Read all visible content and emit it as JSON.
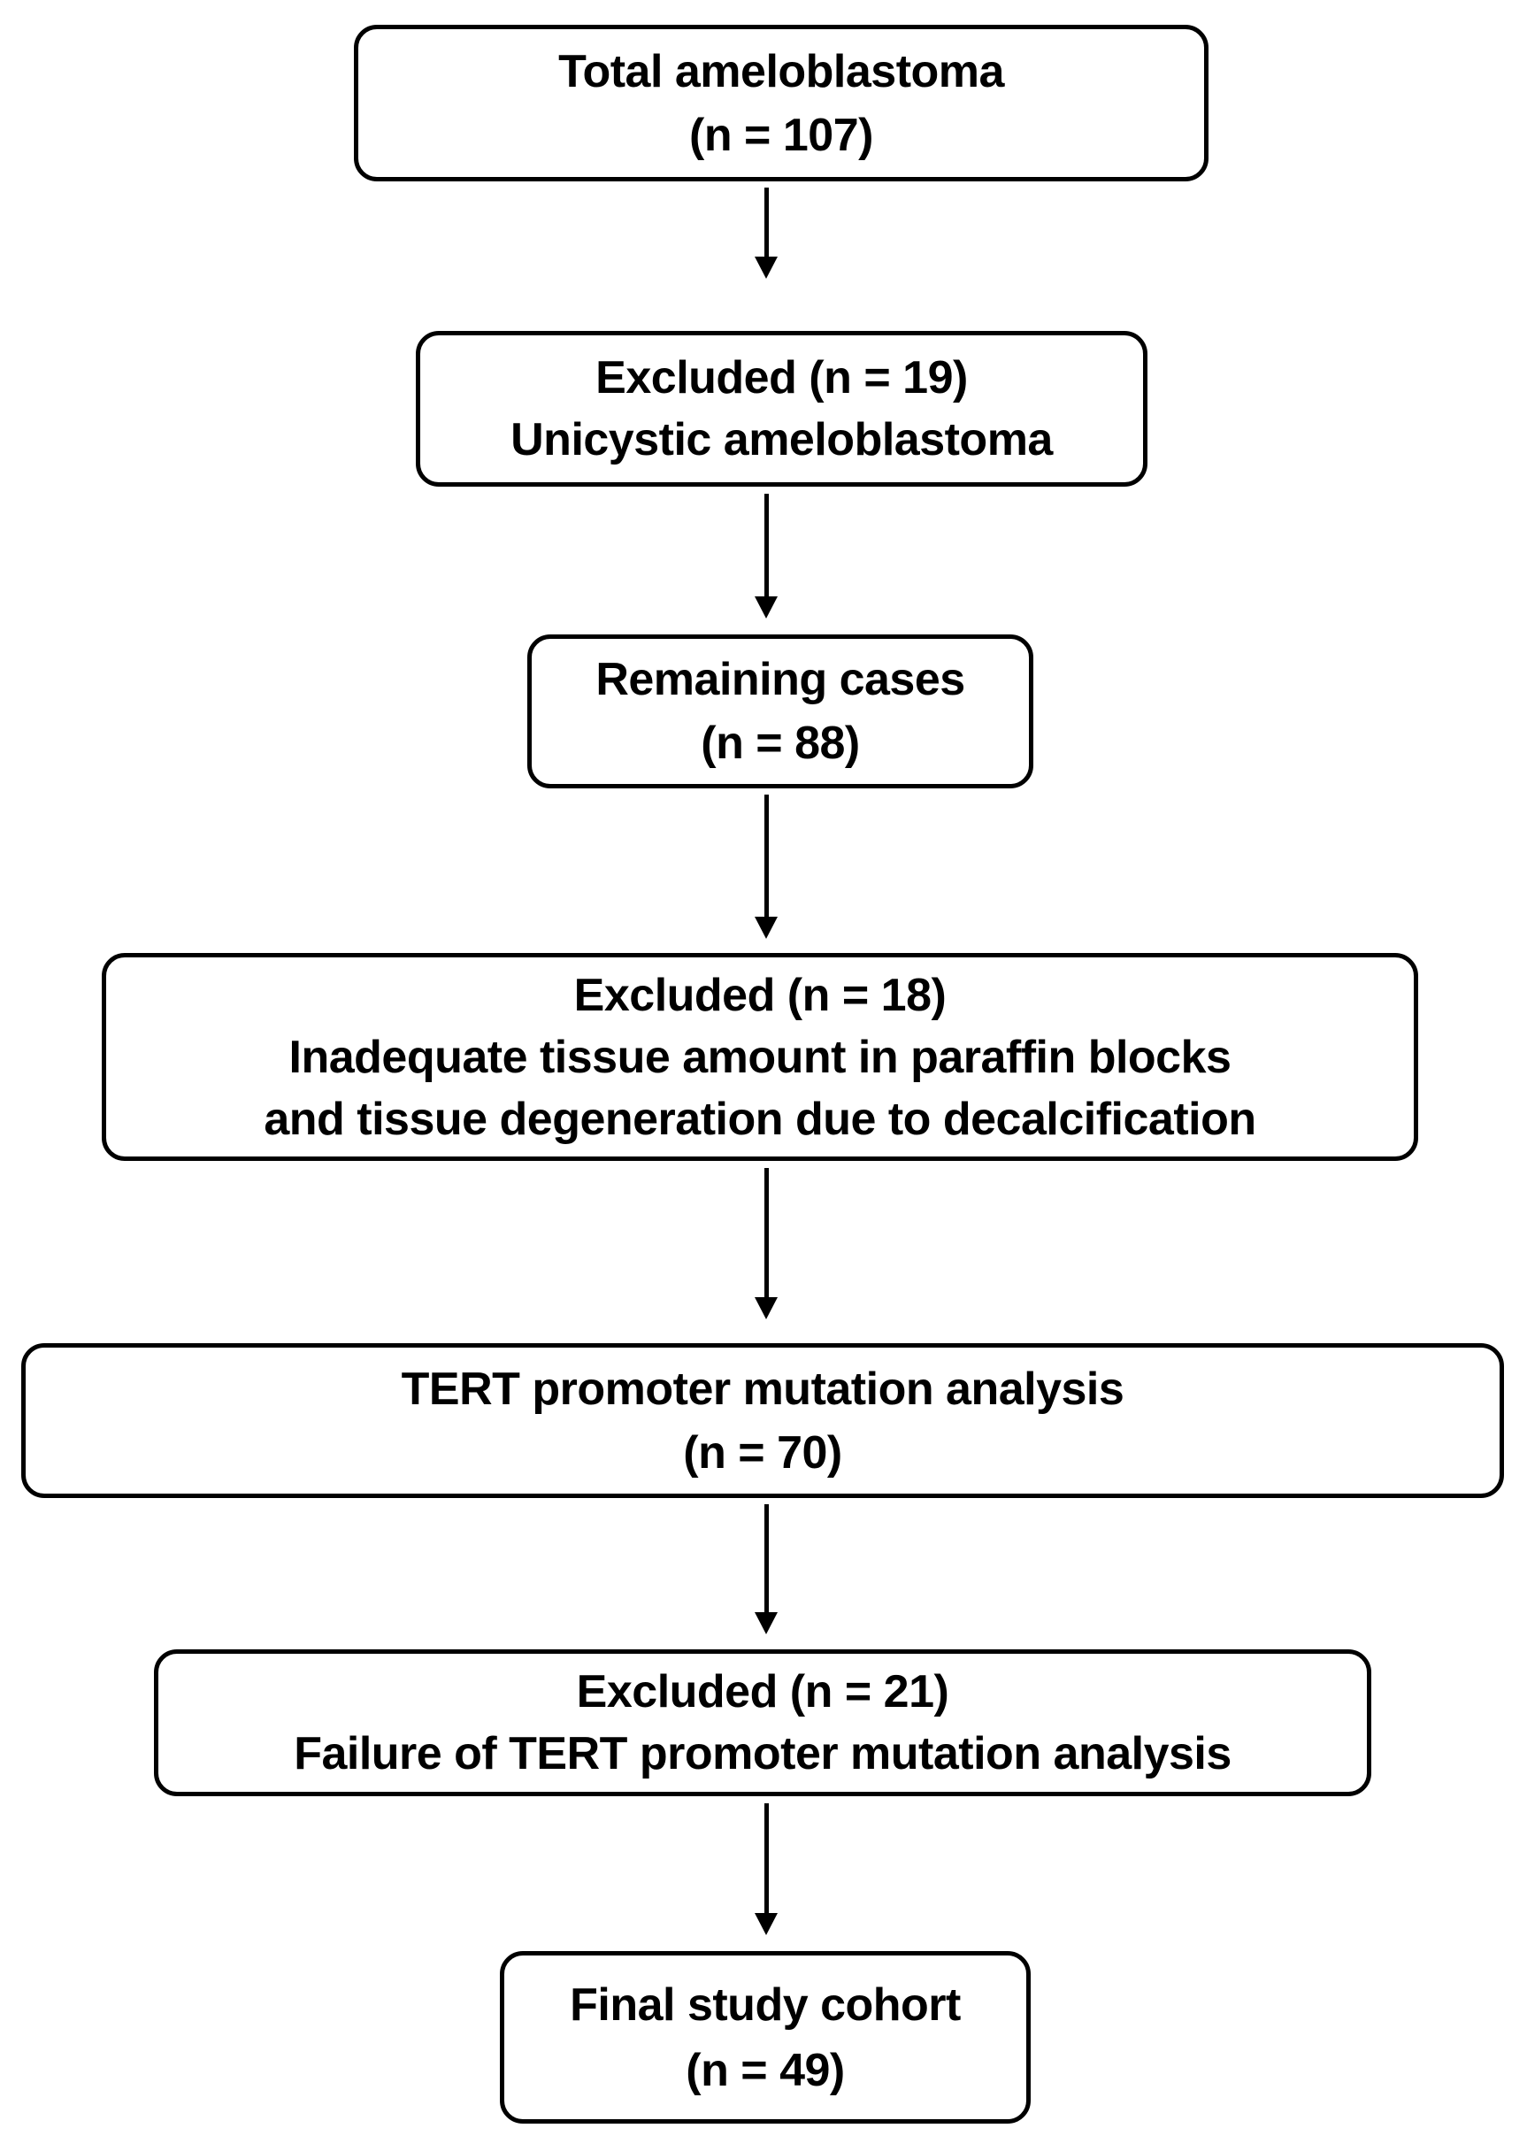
{
  "diagram": {
    "type": "flowchart",
    "title": "Ameloblastoma study case-selection flow",
    "orientation": "top-to-bottom",
    "colors": {
      "background": "#ffffff",
      "box_border": "#000000",
      "text": "#000000",
      "arrow": "#000000"
    },
    "nodes": [
      {
        "id": "total",
        "role": "start",
        "lines": [
          "Total ameloblastoma",
          "(n = 107)"
        ],
        "count": 107
      },
      {
        "id": "excluded-1",
        "role": "exclusion",
        "lines": [
          "Excluded (n = 19)",
          "Unicystic ameloblastoma"
        ],
        "count": 19
      },
      {
        "id": "remaining",
        "role": "intermediate",
        "lines": [
          "Remaining cases",
          "(n = 88)"
        ],
        "count": 88
      },
      {
        "id": "excluded-2",
        "role": "exclusion",
        "lines": [
          "Excluded (n = 18)",
          "Inadequate tissue amount in paraffin blocks",
          "and tissue degeneration due to decalcification"
        ],
        "count": 18
      },
      {
        "id": "tert",
        "role": "intermediate",
        "lines": [
          "TERT promoter mutation analysis",
          "(n = 70)"
        ],
        "count": 70
      },
      {
        "id": "excluded-3",
        "role": "exclusion",
        "lines": [
          "Excluded (n = 21)",
          "Failure of TERT promoter mutation analysis"
        ],
        "count": 21
      },
      {
        "id": "final",
        "role": "end",
        "lines": [
          "Final study cohort",
          "(n = 49)"
        ],
        "count": 49
      }
    ],
    "connectors": [
      {
        "id": "arrow-1",
        "from": "total",
        "to": "excluded-1",
        "glyph": "down-arrow"
      },
      {
        "id": "arrow-2",
        "from": "excluded-1",
        "to": "remaining",
        "glyph": "down-arrow"
      },
      {
        "id": "arrow-3",
        "from": "remaining",
        "to": "excluded-2",
        "glyph": "down-arrow"
      },
      {
        "id": "arrow-4",
        "from": "excluded-2",
        "to": "tert",
        "glyph": "down-arrow"
      },
      {
        "id": "arrow-5",
        "from": "tert",
        "to": "excluded-3",
        "glyph": "down-arrow"
      },
      {
        "id": "arrow-6",
        "from": "excluded-3",
        "to": "final",
        "glyph": "down-arrow"
      }
    ]
  }
}
